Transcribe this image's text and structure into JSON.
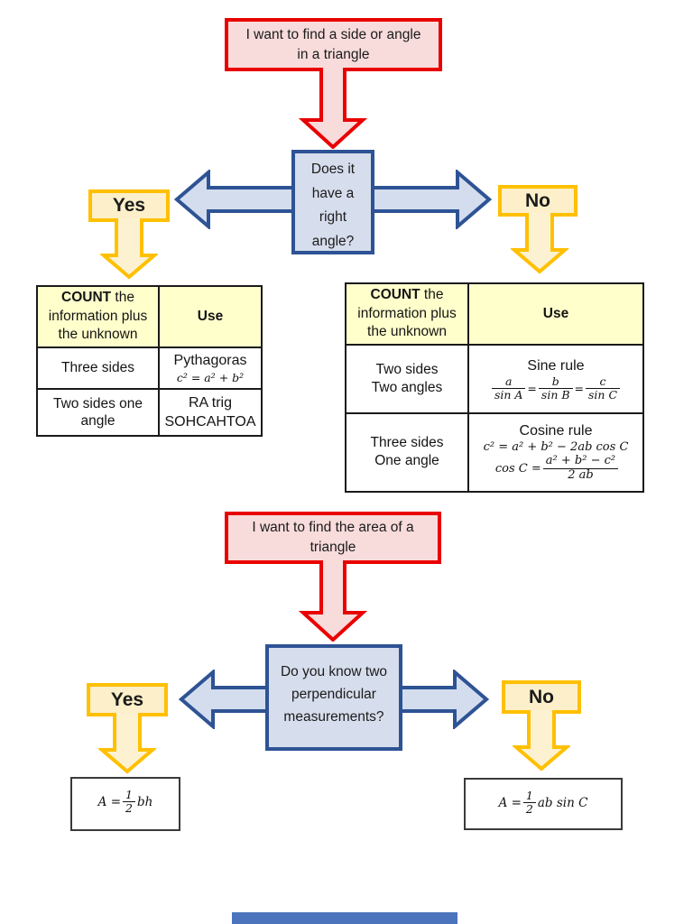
{
  "colors": {
    "red_border": "#E90000",
    "pink_fill": "#F8DBDB",
    "blue_border": "#2E5395",
    "blue_fill": "#D6DDEC",
    "gold_border": "#FFC000",
    "cream_fill": "#FCEFC9",
    "table_header_fill": "#FFFFCC"
  },
  "flow1": {
    "start": {
      "line1": "I want to find a side or angle",
      "line2": "in a triangle"
    },
    "decision": {
      "line1": "Does it",
      "line2": "have a",
      "line3": "right",
      "line4": "angle?"
    },
    "yes_label": "Yes",
    "no_label": "No",
    "yes_table": {
      "header": {
        "col1_bold": "COUNT",
        "col1_rest": " the information plus the unknown",
        "col2": "Use"
      },
      "row1": {
        "col1": "Three sides",
        "col2_title": "Pythagoras",
        "col2_formula": "c² = a² + b²"
      },
      "row2": {
        "col1": "Two sides one angle",
        "col2_line1": "RA trig",
        "col2_line2": "SOHCAHTOA"
      }
    },
    "no_table": {
      "header": {
        "col1_bold": "COUNT",
        "col1_rest": " the information plus the unknown",
        "col2": "Use"
      },
      "row1": {
        "col1_line1": "Two sides",
        "col1_line2": "Two angles",
        "col2_title": "Sine rule",
        "sine": {
          "num1": "a",
          "den1": "sin A",
          "eq1": "=",
          "num2": "b",
          "den2": "sin B",
          "eq2": "=",
          "num3": "c",
          "den3": "sin C"
        }
      },
      "row2": {
        "col1_line1": "Three sides",
        "col1_line2": "One angle",
        "col2_title": "Cosine rule",
        "formula1": "c² = a² + b² − 2ab cos C",
        "formula2": {
          "lhs": "cos C =",
          "num": "a² + b² − c²",
          "den": "2 ab"
        }
      }
    }
  },
  "flow2": {
    "start": {
      "line1": "I want to find the area of a",
      "line2": "triangle"
    },
    "decision": {
      "line1": "Do you know two",
      "line2": "perpendicular",
      "line3": "measurements?"
    },
    "yes_label": "Yes",
    "no_label": "No",
    "yes_result": {
      "lhs": "A =",
      "num": "1",
      "den": "2",
      "rhs": "bh"
    },
    "no_result": {
      "lhs": "A =",
      "num": "1",
      "den": "2",
      "rhs": "ab sin C"
    }
  }
}
